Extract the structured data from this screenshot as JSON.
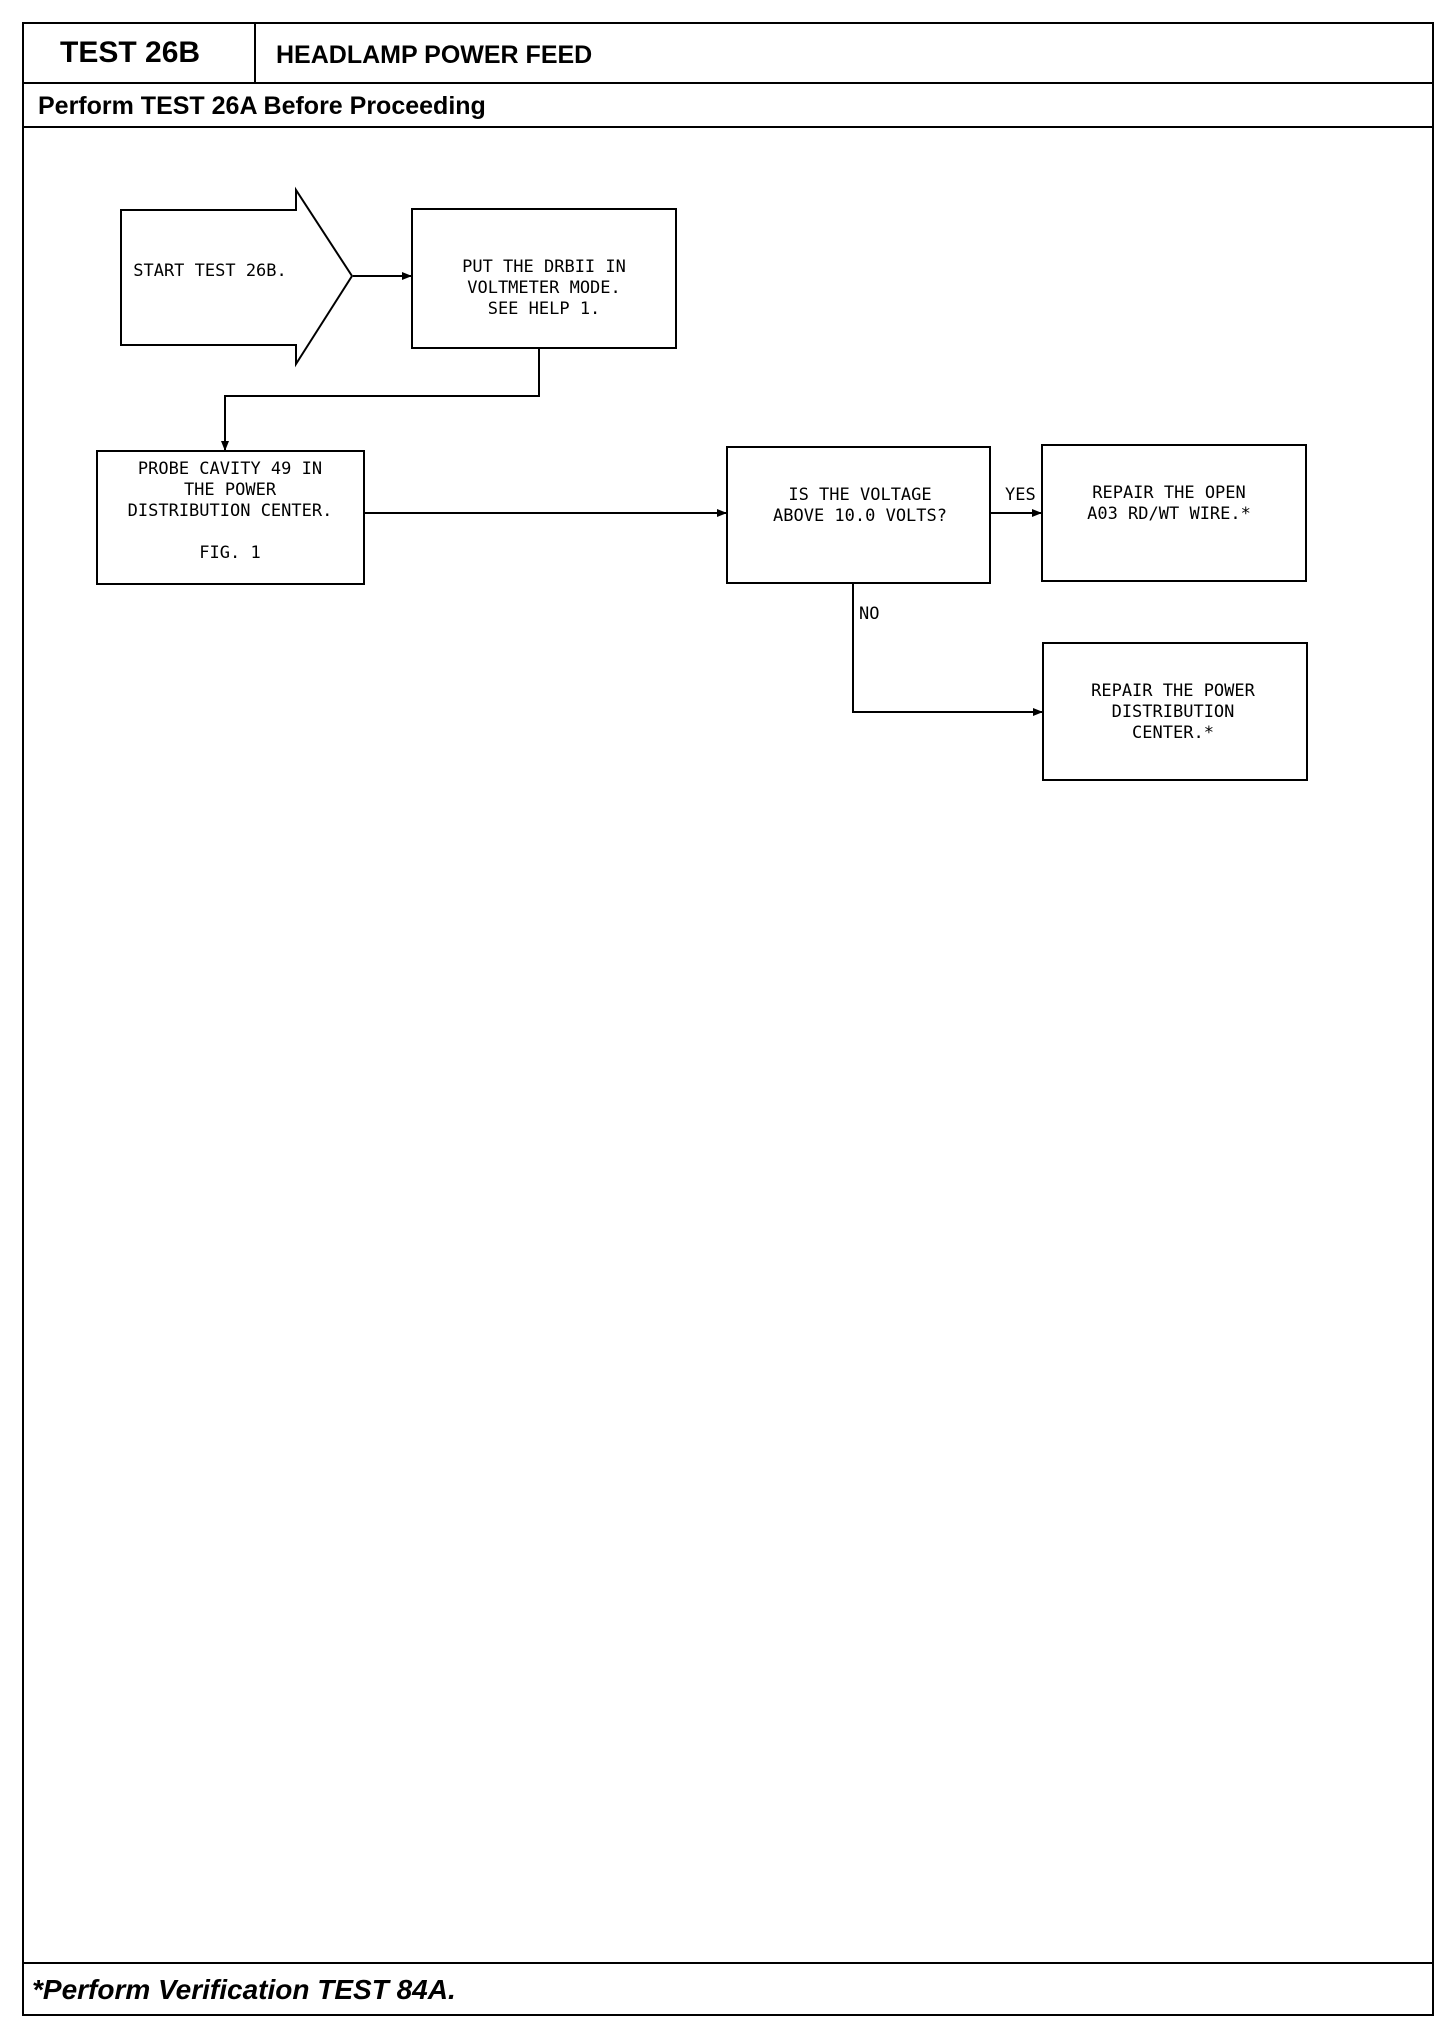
{
  "header": {
    "test_number": "TEST 26B",
    "title": "HEADLAMP POWER FEED",
    "prerequisite": "Perform TEST 26A Before Proceeding"
  },
  "flowchart": {
    "start": {
      "lines": [
        "START TEST 26B."
      ]
    },
    "step_drbii": {
      "lines": [
        "PUT THE DRBII IN",
        "VOLTMETER MODE.",
        "SEE HELP 1."
      ]
    },
    "step_probe": {
      "lines": [
        "PROBE CAVITY 49 IN",
        "THE POWER",
        "DISTRIBUTION CENTER.",
        "",
        "FIG. 1"
      ]
    },
    "decision_voltage": {
      "lines": [
        "IS THE VOLTAGE",
        "ABOVE 10.0 VOLTS?"
      ]
    },
    "repair_wire": {
      "lines": [
        "REPAIR THE OPEN",
        "A03 RD/WT WIRE.*"
      ]
    },
    "repair_pdc": {
      "lines": [
        "REPAIR THE POWER",
        "DISTRIBUTION",
        "CENTER.*"
      ]
    },
    "label_yes": "YES",
    "label_no": "NO"
  },
  "footer": {
    "verification": "*Perform Verification TEST 84A."
  }
}
